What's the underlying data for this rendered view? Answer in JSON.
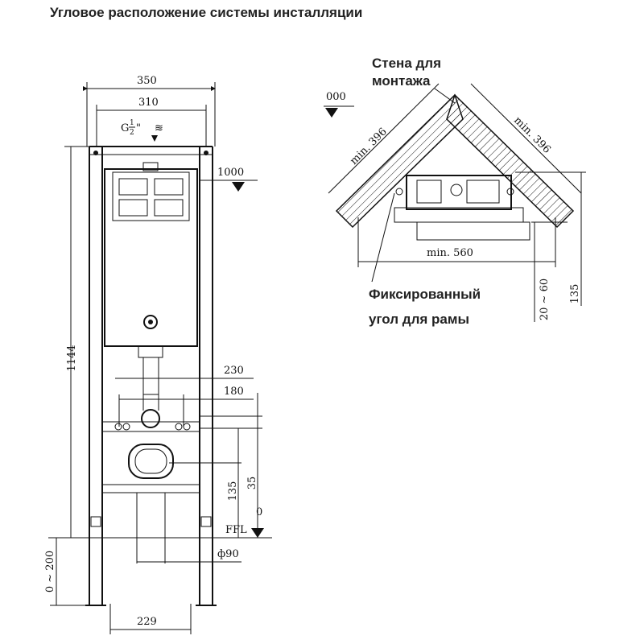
{
  "title": "Угловое расположение системы инсталляции",
  "front": {
    "dim_350": "350",
    "dim_310": "310",
    "pipe_label": "G",
    "pipe_fraction_top": "1",
    "pipe_fraction_bottom": "2",
    "pipe_inch": "\"",
    "level_1000": "1000",
    "dim_1144": "1144",
    "dim_230": "230",
    "dim_180": "180",
    "dim_135": "135",
    "dim_35": "35",
    "level_0": "0",
    "ffl": "FFL",
    "dim_d90": "ф90",
    "dim_0_200": "0 ~ 200",
    "dim_229": "229"
  },
  "corner": {
    "wall_line1": "Стена для",
    "wall_line2": "монтажа",
    "level_000": "000",
    "min_396_left": "min. 396",
    "min_396_right": "min. 396",
    "min_560": "min. 560",
    "fixed_line1": "Фиксированный",
    "fixed_line2": "угол для рамы",
    "dim_20_60": "20 ~ 60",
    "dim_135": "135"
  }
}
